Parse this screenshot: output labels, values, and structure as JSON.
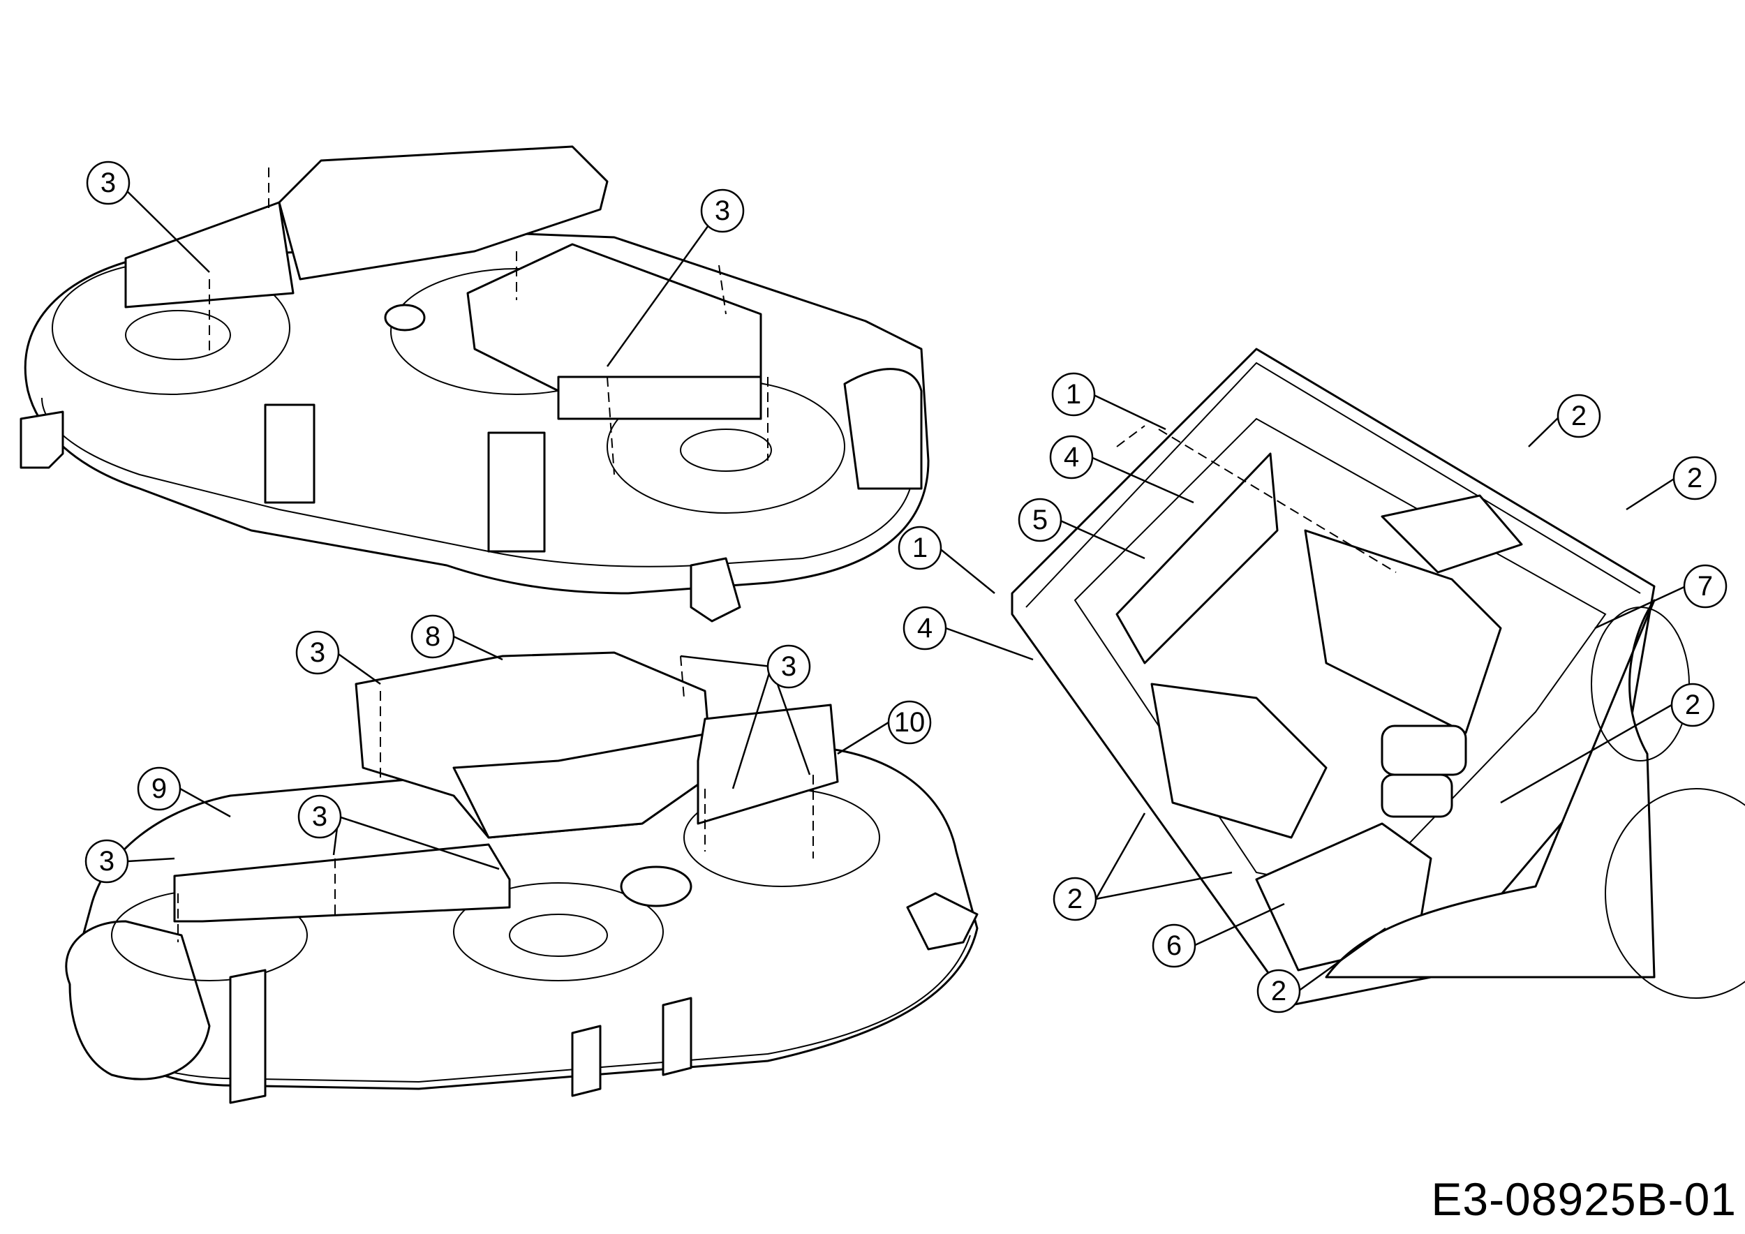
{
  "drawing_code": "E3-08925B-01",
  "callouts": [
    {
      "id": "c1",
      "label": "3"
    },
    {
      "id": "c2",
      "label": "3"
    },
    {
      "id": "c3",
      "label": "3"
    },
    {
      "id": "c4",
      "label": "8"
    },
    {
      "id": "c5",
      "label": "3"
    },
    {
      "id": "c6",
      "label": "10"
    },
    {
      "id": "c7",
      "label": "9"
    },
    {
      "id": "c8",
      "label": "3"
    },
    {
      "id": "c9",
      "label": "3"
    },
    {
      "id": "c10",
      "label": "1"
    },
    {
      "id": "c11",
      "label": "4"
    },
    {
      "id": "c12",
      "label": "5"
    },
    {
      "id": "c13",
      "label": "1"
    },
    {
      "id": "c14",
      "label": "4"
    },
    {
      "id": "c15",
      "label": "2"
    },
    {
      "id": "c16",
      "label": "2"
    },
    {
      "id": "c17",
      "label": "7"
    },
    {
      "id": "c18",
      "label": "2"
    },
    {
      "id": "c19",
      "label": "2"
    },
    {
      "id": "c20",
      "label": "6"
    },
    {
      "id": "c21",
      "label": "2"
    }
  ]
}
